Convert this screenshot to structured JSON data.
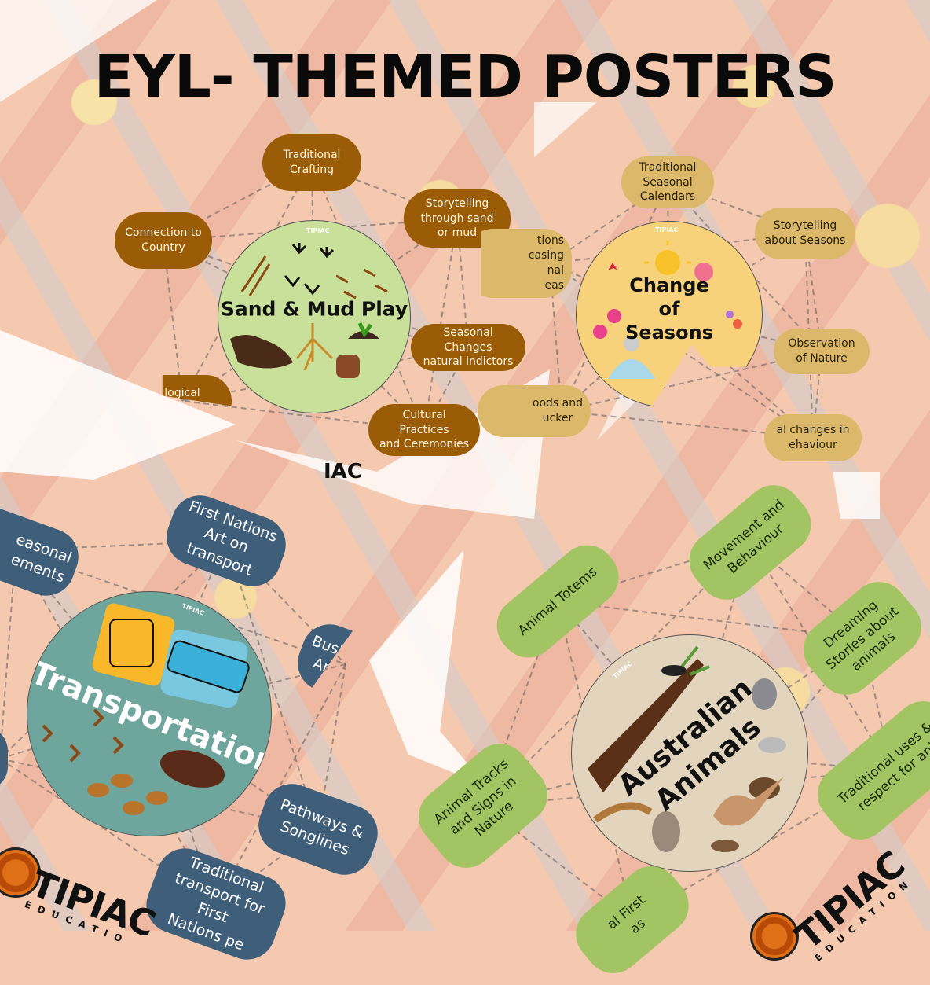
{
  "title": "EYL- THEMED POSTERS",
  "colors": {
    "brown": "#9b5c08",
    "gold": "#dcb86a",
    "navy": "#3f5e7a",
    "green": "#a2c462",
    "sand_circle": "#c8e09a",
    "season_circle": "#f7d27a",
    "transport_circle": "#6ea59c",
    "animals_circle": "#e3d5bd"
  },
  "posters": {
    "sand": {
      "title": "Sand & Mud Play",
      "brand": "TIPIAC",
      "topics": [
        "Traditional\nCrafting",
        "Connection to\nCountry",
        "Storytelling\nthrough sand\nor mud",
        "Seasonal Changes\nnatural indictors",
        "Cultural Practices\nand Ceremonies",
        "logical\n&"
      ],
      "logo_partial": "IAC"
    },
    "seasons": {
      "title": "Change of\nSeasons",
      "brand": "TIPIAC",
      "topics": [
        "Traditional\nSeasonal\nCalendars",
        "Storytelling\nabout Seasons",
        "Observation\nof Nature",
        "tions\ncasing\nnal\neas",
        "oods and\nucker",
        "al changes in\nehaviour"
      ]
    },
    "transport": {
      "title": "Transportation",
      "brand": "TIPIAC",
      "topics": [
        "easonal\nements",
        "First Nations\nArt on transport",
        "Bush\nAn",
        "Pathways &\nSonglines",
        "Traditional\ntransport for First\nNations pe"
      ],
      "logo": {
        "name": "TIPIAC",
        "sub": "EDUCATIO"
      }
    },
    "animals": {
      "title": "Australian\nAnimals",
      "brand": "TIPIAC",
      "topics": [
        "Animal Totems",
        "Movement and\nBehaviour",
        "Dreaming\nStories about\nanimals",
        "Traditional uses &\nrespect for ani",
        "Animal Tracks\nand Signs in\nNature",
        "al First\nas"
      ],
      "logo": {
        "name": "TIPIAC",
        "sub": "EDUCATION"
      }
    }
  }
}
